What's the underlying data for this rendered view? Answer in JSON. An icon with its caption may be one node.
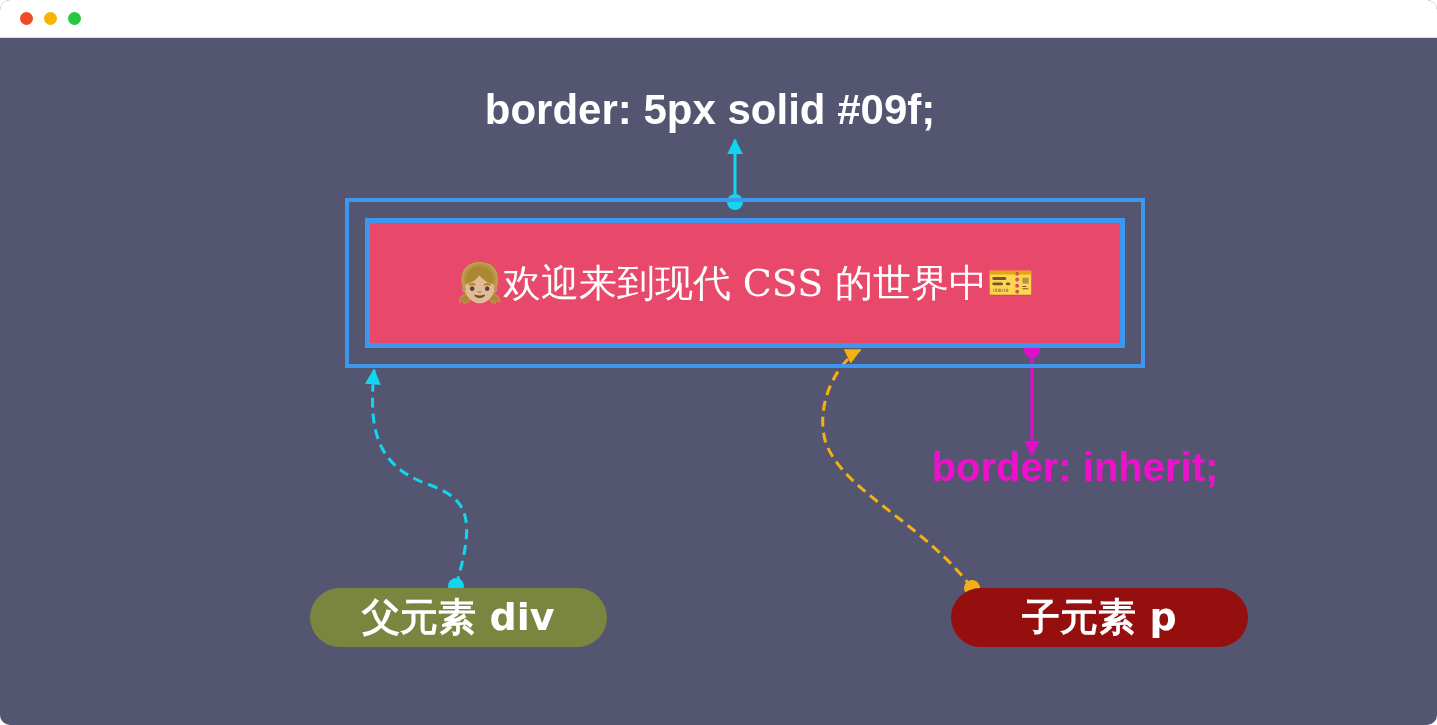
{
  "diagram": {
    "nodes": [
      {
        "text": [],
        "shape": "box"
      },
      {
        "text": [
          "👧🏼欢迎来到现代 CSS 的世界中🎫"
        ],
        "in": 0
      },
      {
        "text": [
          "border: 5px solid #09f;"
        ]
      },
      {
        "text": [
          "border: inherit;"
        ]
      },
      {
        "text": [
          "父元素 div"
        ]
      },
      {
        "text": [
          "子元素 p"
        ]
      }
    ],
    "edges": [
      {
        "from": 0,
        "to": 2,
        "arrow": "to",
        "color": "#12d6f0"
      },
      {
        "from": 1,
        "to": 3,
        "arrow": "to",
        "color": "#e010c8"
      },
      {
        "from": 4,
        "to": 0,
        "arrow": "to",
        "style": "dashed",
        "color": "#12d6f0"
      },
      {
        "from": 5,
        "to": 1,
        "arrow": "to",
        "style": "dashed",
        "color": "#f5b014"
      }
    ]
  }
}
